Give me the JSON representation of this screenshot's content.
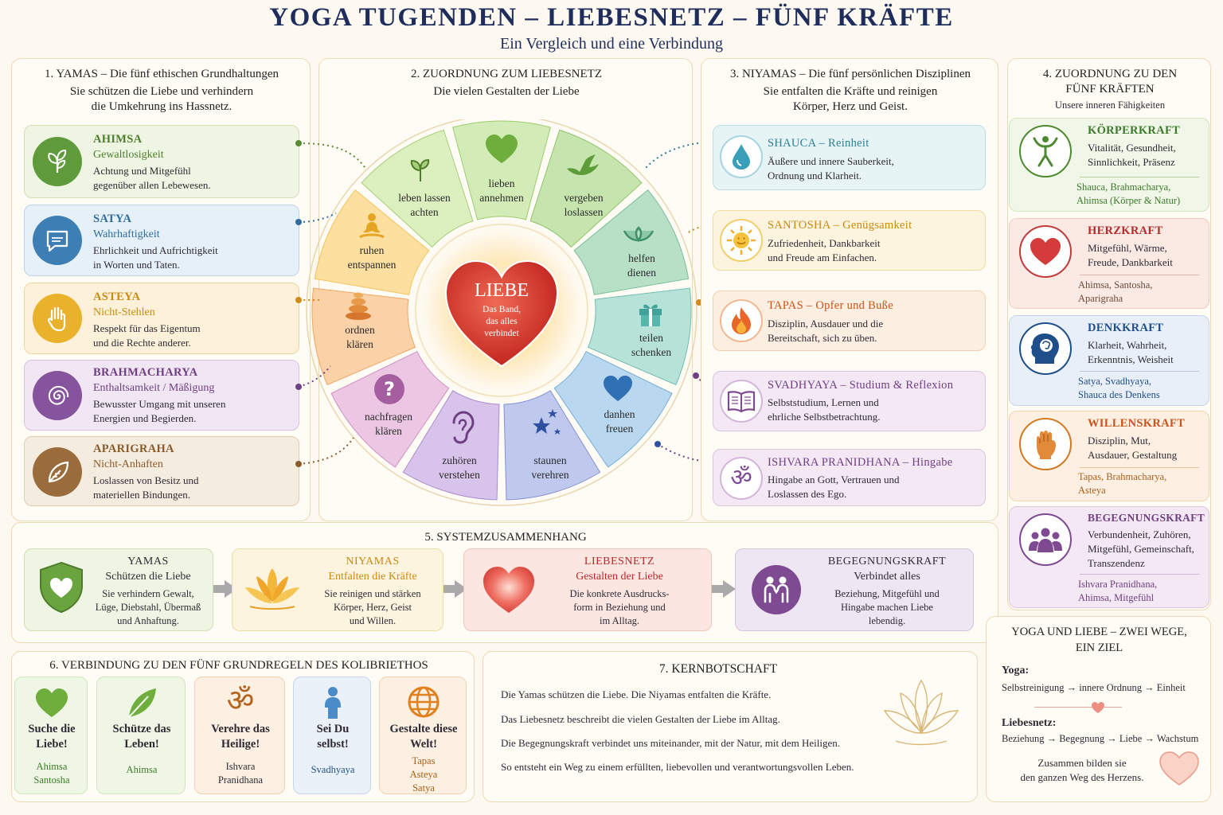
{
  "header": {
    "title": "YOGA TUGENDEN – LIEBESNETZ – FÜNF KRÄFTE",
    "subtitle": "Ein Vergleich und eine Verbindung"
  },
  "yamas": {
    "title": "1. YAMAS – Die fünf ethischen Grundhaltungen",
    "sub1": "Sie schützen die Liebe und verhindern",
    "sub2": "die Umkehrung ins Hassnetz.",
    "items": [
      {
        "name": "AHIMSA",
        "sub": "Gewaltlosigkeit",
        "t1": "Achtung und Mitgefühl",
        "t2": "gegenüber allen Lebewesen.",
        "color": "#5a8a35"
      },
      {
        "name": "SATYA",
        "sub": "Wahrhaftigkeit",
        "t1": "Ehrlichkeit und Aufrichtigkeit",
        "t2": "in Worten und Taten.",
        "color": "#2f6d9e"
      },
      {
        "name": "ASTEYA",
        "sub": "Nicht-Stehlen",
        "t1": "Respekt für das Eigentum",
        "t2": "und die Rechte anderer.",
        "color": "#c98a10"
      },
      {
        "name": "BRAHMACHARYA",
        "sub": "Enthaltsamkeit / Mäßigung",
        "t1": "Bewusster Umgang mit unseren",
        "t2": "Energien und Begierden.",
        "color": "#6f3f83"
      },
      {
        "name": "APARIGRAHA",
        "sub": "Nicht-Anhaften",
        "t1": "Loslassen von Besitz und",
        "t2": "materiellen Bindungen.",
        "color": "#8a5a2a"
      }
    ]
  },
  "liebesnetz": {
    "title": "2. ZUORDNUNG ZUM LIEBESNETZ",
    "sub": "Die vielen Gestalten der Liebe",
    "center_title": "LIEBE",
    "center_l1": "Das Band,",
    "center_l2": "das alles",
    "center_l3": "verbindet",
    "segments": [
      {
        "l1": "lieben",
        "l2": "annehmen"
      },
      {
        "l1": "vergeben",
        "l2": "loslassen"
      },
      {
        "l1": "helfen",
        "l2": "dienen"
      },
      {
        "l1": "teilen",
        "l2": "schenken"
      },
      {
        "l1": "danhen",
        "l2": "freuen"
      },
      {
        "l1": "staunen",
        "l2": "verehren"
      },
      {
        "l1": "zuhören",
        "l2": "verstehen"
      },
      {
        "l1": "nachfragen",
        "l2": "klären"
      },
      {
        "l1": "ordnen",
        "l2": "klären"
      },
      {
        "l1": "ruhen",
        "l2": "entspannen"
      },
      {
        "l1": "leben lassen",
        "l2": "achten"
      }
    ]
  },
  "niyamas": {
    "title": "3. NIYAMAS – Die fünf persönlichen Disziplinen",
    "sub1": "Sie entfalten die Kräfte und reinigen",
    "sub2": "Körper, Herz und Geist.",
    "items": [
      {
        "name": "SHAUCA – Reinheit",
        "t1": "Äußere und innere Sauberkeit,",
        "t2": "Ordnung und Klarheit.",
        "color": "#2b7f95"
      },
      {
        "name": "SANTOSHA – Genügsamkeit",
        "t1": "Zufriedenheit, Dankbarkeit",
        "t2": "und Freude am Einfachen.",
        "color": "#c98a10"
      },
      {
        "name": "TAPAS – Opfer und Buße",
        "t1": "Disziplin, Ausdauer und die",
        "t2": "Bereitschaft, sich zu üben.",
        "color": "#c9531a"
      },
      {
        "name": "SVADHYAYA – Studium & Reflexion",
        "t1": "Selbststudium, Lernen und",
        "t2": "ehrliche Selbstbetrachtung.",
        "color": "#6f3f83"
      },
      {
        "name": "ISHVARA PRANIDHANA – Hingabe",
        "t1": "Hingabe an Gott, Vertrauen und",
        "t2": "Loslassen des Ego.",
        "color": "#6f3f83"
      }
    ]
  },
  "kraefte": {
    "title1": "4. ZUORDNUNG ZU DEN",
    "title2": "FÜNF KRÄFTEN",
    "sub": "Unsere inneren Fähigkeiten",
    "items": [
      {
        "name": "KÖRPERKRAFT",
        "t1": "Vitalität, Gesundheit,",
        "t2": "Sinnlichkeit, Präsenz",
        "t3": "",
        "t4": "",
        "r1": "Shauca, Brahmacharya,",
        "r2": "Ahimsa (Körper & Natur)",
        "color": "#3d7a2a"
      },
      {
        "name": "HERZKRAFT",
        "t1": "Mitgefühl, Wärme,",
        "t2": "Freude, Dankbarkeit",
        "t3": "",
        "t4": "",
        "r1": "Ahimsa, Santosha,",
        "r2": "Aparigraha",
        "color": "#b52a2a"
      },
      {
        "name": "DENKKRAFT",
        "t1": "Klarheit, Wahrheit,",
        "t2": "Erkenntnis, Weisheit",
        "t3": "",
        "t4": "",
        "r1": "Satya, Svadhyaya,",
        "r2": "Shauca des Denkens",
        "color": "#1f4f8a"
      },
      {
        "name": "WILLENSKRAFT",
        "t1": "Disziplin, Mut,",
        "t2": "Ausdauer, Gestaltung",
        "t3": "",
        "t4": "",
        "r1": "Tapas, Brahmacharya,",
        "r2": "Asteya",
        "color": "#c9531a"
      },
      {
        "name": "BEGEGNUNGSKRAFT",
        "t1": "Verbundenheit, Zuhören,",
        "t2": "Mitgefühl, Gemeinschaft,",
        "t3": "Transzendenz",
        "t4": "",
        "r1": "Ishvara Pranidhana,",
        "r2": "Ahimsa, Mitgefühl",
        "color": "#6f3f83"
      }
    ]
  },
  "system": {
    "title": "5. SYSTEMZUSAMMENHANG",
    "boxes": [
      {
        "name": "YAMAS",
        "sub": "Schützen die Liebe",
        "t1": "Sie verhindern Gewalt,",
        "t2": "Lüge, Diebstahl, Übermaß",
        "t3": "und Anhaftung.",
        "color": "#2d2a33"
      },
      {
        "name": "NIYAMAS",
        "sub": "Entfalten die Kräfte",
        "t1": "Sie reinigen und stärken",
        "t2": "Körper, Herz, Geist",
        "t3": "und Willen.",
        "color": "#c98a10"
      },
      {
        "name": "LIEBESNETZ",
        "sub": "Gestalten der Liebe",
        "t1": "Die konkrete Ausdrucks-",
        "t2": "form in Beziehung und",
        "t3": "im Alltag.",
        "color": "#b52a2a"
      },
      {
        "name": "BEGEGNUNGSKRAFT",
        "sub": "Verbindet alles",
        "t1": "Beziehung, Mitgefühl und",
        "t2": "Hingabe machen Liebe",
        "t3": "lebendig.",
        "color": "#2d2a33"
      }
    ]
  },
  "kolibri": {
    "title": "6. VERBINDUNG ZU DEN FÜNF GRUNDREGELN DES KOLIBRIETHOS",
    "items": [
      {
        "l1": "Suche die",
        "l2": "Liebe!",
        "r": [
          "Ahimsa",
          "Santosha"
        ]
      },
      {
        "l1": "Schütze das",
        "l2": "Leben!",
        "r": [
          "Ahimsa"
        ]
      },
      {
        "l1": "Verehre das",
        "l2": "Heilige!",
        "r": [
          "Ishvara",
          "Pranidhana"
        ]
      },
      {
        "l1": "Sei Du",
        "l2": "selbst!",
        "r": [
          "Svadhyaya"
        ]
      },
      {
        "l1": "Gestalte diese",
        "l2": "Welt!",
        "r": [
          "Tapas",
          "Asteya",
          "Satya"
        ]
      }
    ]
  },
  "kern": {
    "title": "7. KERNBOTSCHAFT",
    "lines": [
      "Die Yamas schützen die Liebe. Die Niyamas entfalten die Kräfte.",
      "Das Liebesnetz beschreibt die vielen Gestalten der Liebe im Alltag.",
      "Die Begegnungskraft verbindet uns miteinander, mit der Natur, mit dem Heiligen.",
      "So entsteht ein Weg zu einem erfüllten, liebevollen und verantwortungsvollen Leben."
    ]
  },
  "wege": {
    "title1": "YOGA UND LIEBE – ZWEI WEGE,",
    "title2": "EIN ZIEL",
    "yoga_label": "Yoga:",
    "yoga_path": "Selbstreinigung → innere Ordnung → Einheit",
    "liebe_label": "Liebesnetz:",
    "liebe_path": "Beziehung → Begegnung → Liebe → Wachstum",
    "close1": "Zusammen bilden sie",
    "close2": "den ganzen Weg des Herzens."
  }
}
